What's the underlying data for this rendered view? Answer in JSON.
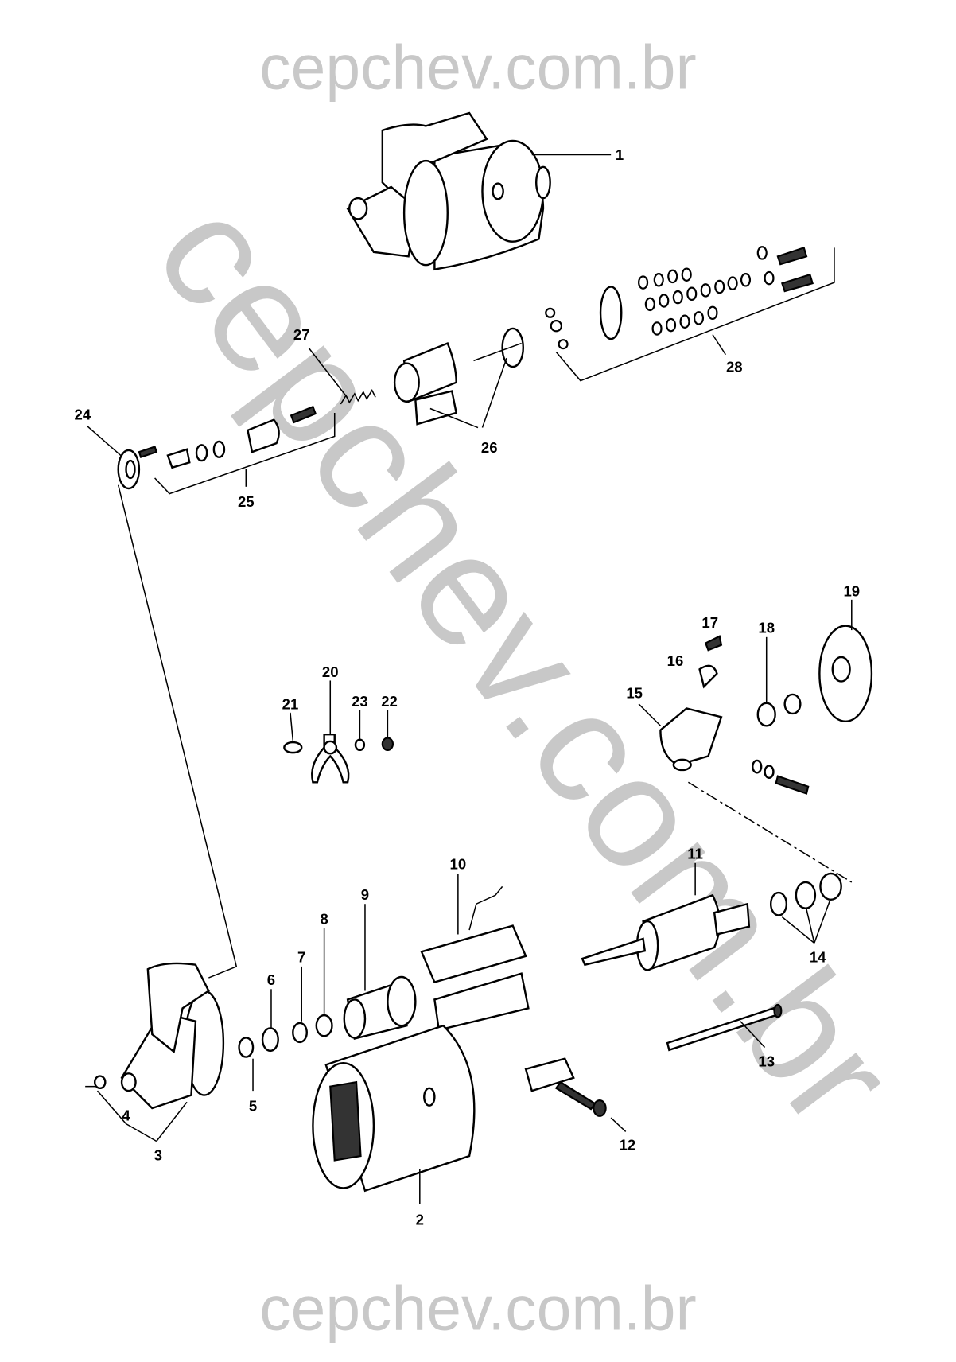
{
  "watermark": {
    "top": "cepchev.com.br",
    "bottom": "cepchev.com.br",
    "diagonal": "cepchev.com.br"
  },
  "callouts": {
    "p1": "1",
    "p2": "2",
    "p3": "3",
    "p4": "4",
    "p5": "5",
    "p6": "6",
    "p7": "7",
    "p8": "8",
    "p9": "9",
    "p10": "10",
    "p11": "11",
    "p12": "12",
    "p13": "13",
    "p14": "14",
    "p15": "15",
    "p16": "16",
    "p17": "17",
    "p18": "18",
    "p19": "19",
    "p20": "20",
    "p21": "21",
    "p22": "22",
    "p23": "23",
    "p24": "24",
    "p25": "25",
    "p26": "26",
    "p27": "27",
    "p28": "28"
  }
}
